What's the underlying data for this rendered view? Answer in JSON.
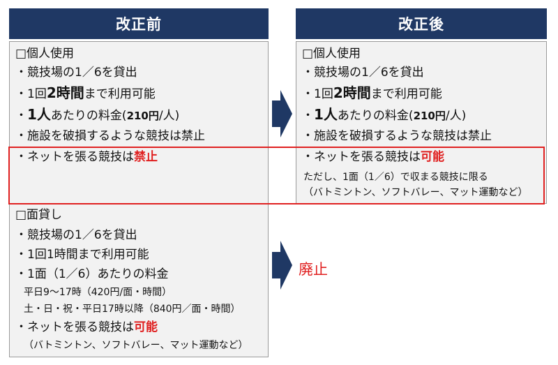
{
  "left": {
    "header": "改正前",
    "personal": {
      "title": "□個人使用",
      "l1": "・競技場の1／6を貸出",
      "l2a": "・1回",
      "l2b": "2時間",
      "l2c": "まで利用可能",
      "l3a": "・",
      "l3b": "1人",
      "l3c": "あたりの料金(",
      "l3d": "210円",
      "l3e": "/人)",
      "l4": "・施設を破損するような競技は禁止",
      "net_a": "・ネットを張る競技は",
      "net_b": "禁止"
    },
    "area": {
      "title": "□面貸し",
      "l1": "・競技場の1／6を貸出",
      "l2": "・1回1時間まで利用可能",
      "l3": "・1面（1／6）あたりの料金",
      "l4": "平日9～17時（420円/面・時間）",
      "l5": "土・日・祝・平日17時以降（840円／面・時間）",
      "net_a": "・ネットを張る競技は",
      "net_b": "可能",
      "note": "（バトミントン、ソフトバレー、マット運動など）"
    }
  },
  "right": {
    "header": "改正後",
    "personal": {
      "title": "□個人使用",
      "l1": "・競技場の1／6を貸出",
      "l2a": "・1回",
      "l2b": "2時間",
      "l2c": "まで利用可能",
      "l3a": "・",
      "l3b": "1人",
      "l3c": "あたりの料金(",
      "l3d": "210円",
      "l3e": "/人)",
      "l4": "・施設を破損するような競技は禁止",
      "net_a": "・ネットを張る競技は",
      "net_b": "可能",
      "cond": "ただし、1面（1／6）で収まる競技に限る",
      "note": "（バトミントン、ソフトバレー、マット運動など）"
    }
  },
  "abolish": "廃止",
  "colors": {
    "header_bg": "#1f3864",
    "highlight": "#e02020",
    "panel_bg": "#f2f2f2"
  },
  "icons": [
    "right-arrow-icon",
    "right-arrow-icon"
  ]
}
